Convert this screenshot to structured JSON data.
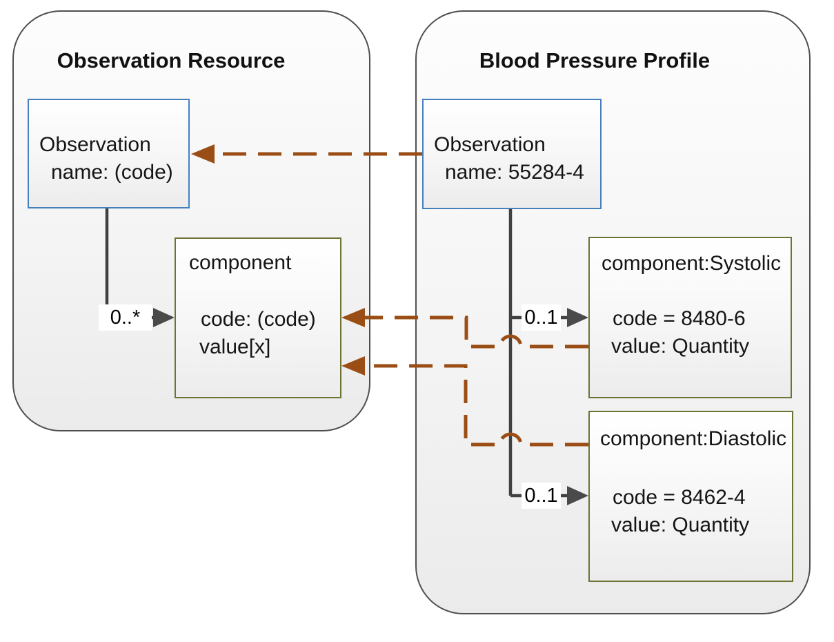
{
  "diagram": {
    "left_panel": {
      "title": "Observation Resource",
      "observation_box": {
        "name_line": "Observation",
        "attr_line": "name: (code)"
      },
      "component_box": {
        "title_line": "component",
        "code_line": "code: (code)",
        "value_line": "value[x]"
      },
      "multiplicity": "0..*"
    },
    "right_panel": {
      "title": "Blood Pressure Profile",
      "observation_box": {
        "name_line": "Observation",
        "attr_line": "name: 55284-4"
      },
      "systolic_box": {
        "title_line": "component:Systolic",
        "code_line": "code = 8480-6",
        "value_line": "value: Quantity"
      },
      "diastolic_box": {
        "title_line": "component:Diastolic",
        "code_line": "code = 8462-4",
        "value_line": "value: Quantity"
      },
      "systolic_multiplicity": "0..1",
      "diastolic_multiplicity": "0..1"
    },
    "colors": {
      "blue_box_border": "#4580bd",
      "olive_box_border": "#6e7233",
      "container_border": "#4f4f4f",
      "solid_connector": "#404040",
      "dashed_connector": "#9a4e15",
      "purple_text": "#75619f",
      "black_text": "#151515"
    }
  }
}
